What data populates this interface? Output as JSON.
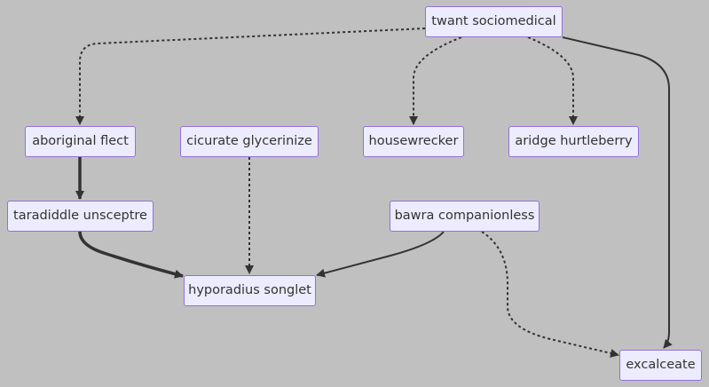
{
  "nodes": {
    "twant": "twant sociomedical",
    "aboriginal": "aboriginal flect",
    "cicurate": "cicurate glycerinize",
    "housewrecker": "housewrecker",
    "aridge": "aridge hurtleberry",
    "taradiddle": "taradiddle unsceptre",
    "bawra": "bawra companionless",
    "hyporadius": "hyporadius songlet",
    "excalceate": "excalceate"
  },
  "edges": [
    {
      "from": "twant",
      "to": "aboriginal",
      "style": "dotted"
    },
    {
      "from": "twant",
      "to": "housewrecker",
      "style": "dotted"
    },
    {
      "from": "twant",
      "to": "aridge",
      "style": "dotted"
    },
    {
      "from": "twant",
      "to": "excalceate",
      "style": "solid"
    },
    {
      "from": "aboriginal",
      "to": "taradiddle",
      "style": "thick"
    },
    {
      "from": "cicurate",
      "to": "hyporadius",
      "style": "dotted"
    },
    {
      "from": "taradiddle",
      "to": "hyporadius",
      "style": "thick"
    },
    {
      "from": "bawra",
      "to": "hyporadius",
      "style": "solid"
    },
    {
      "from": "bawra",
      "to": "excalceate",
      "style": "dotted"
    }
  ],
  "colors": {
    "background": "#c0c0c0",
    "node_fill": "#ececfe",
    "node_border": "#9370db",
    "edge": "#333333",
    "text": "#333333"
  }
}
